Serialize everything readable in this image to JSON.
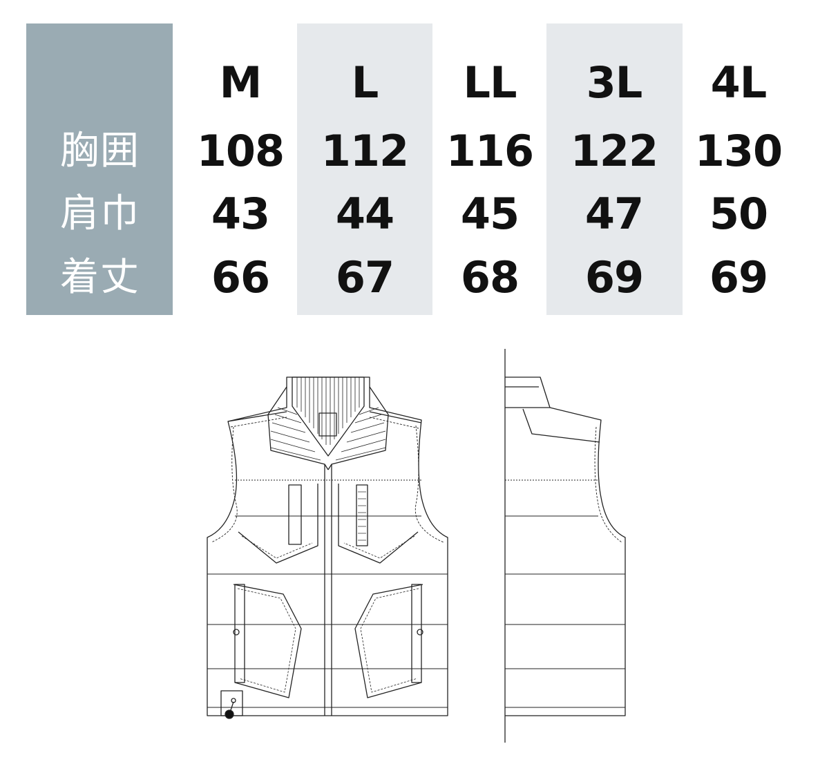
{
  "size_chart": {
    "sizes": [
      "M",
      "L",
      "LL",
      "3L",
      "4L"
    ],
    "rows": [
      {
        "label": "胸囲",
        "values": [
          "108",
          "112",
          "116",
          "122",
          "130"
        ]
      },
      {
        "label": "肩巾",
        "values": [
          "43",
          "44",
          "45",
          "47",
          "50"
        ]
      },
      {
        "label": "着丈",
        "values": [
          "66",
          "67",
          "68",
          "69",
          "69"
        ]
      }
    ]
  },
  "colors": {
    "label_column": "#9aabb3",
    "alt_column": "#e6e9ec",
    "text": "#111111",
    "label_text": "#ffffff"
  },
  "illustrations": {
    "front": "vest-front-technical-drawing",
    "side": "vest-side-technical-drawing"
  }
}
